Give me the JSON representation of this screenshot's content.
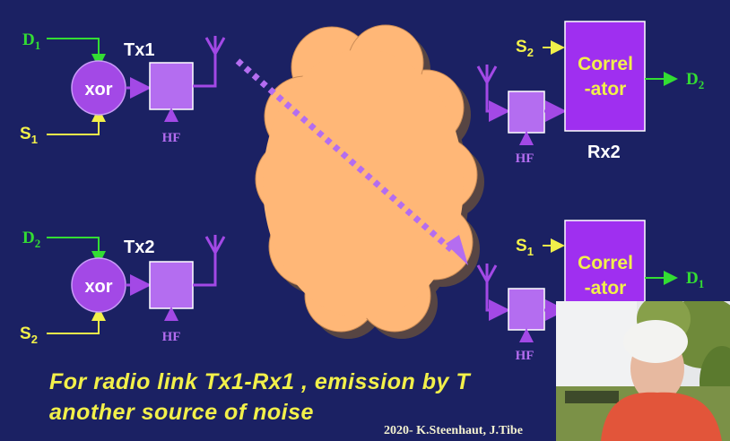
{
  "transmitters": [
    {
      "name": "Tx1",
      "data_sym": "D",
      "data_sub": "1",
      "code_sym": "S",
      "code_sub": "1",
      "mixer": "xor",
      "osc": "HF"
    },
    {
      "name": "Tx2",
      "data_sym": "D",
      "data_sub": "2",
      "code_sym": "S",
      "code_sub": "2",
      "mixer": "xor",
      "osc": "HF"
    }
  ],
  "receivers": [
    {
      "name": "Rx2",
      "code_sym": "S",
      "code_sub": "2",
      "box_line1": "Correl",
      "box_line2": "-ator",
      "out_sym": "D",
      "out_sub": "2",
      "osc": "HF"
    },
    {
      "name": "",
      "code_sym": "S",
      "code_sub": "1",
      "box_line1": "Correl",
      "box_line2": "-ator",
      "out_sym": "D",
      "out_sub": "1",
      "osc": "HF"
    }
  ],
  "caption": {
    "line1": "For radio link Tx1-Rx1 , emission by T",
    "line2": "another source of noise"
  },
  "credit": "2020- K.Steenhaut, J.Tibe",
  "colors": {
    "background": "#1b2163",
    "purple": "#a349e6",
    "box": "#b46df0",
    "correlator": "#9f2ff0",
    "green": "#33dd33",
    "yellow": "#f2f04a",
    "cloud": "#ffb777",
    "label": "#ffffff"
  }
}
